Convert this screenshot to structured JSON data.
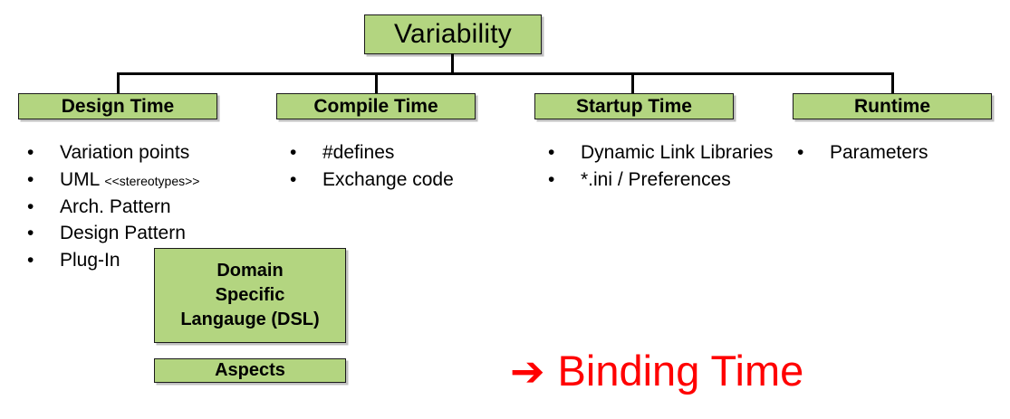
{
  "diagram": {
    "root": {
      "label": "Variability"
    },
    "colors": {
      "box_fill": "#b3d580",
      "box_border": "#1a1a1a",
      "line": "#000000",
      "accent_red": "#ff0000",
      "text": "#000000"
    },
    "branches": [
      {
        "title": "Design Time",
        "items": [
          {
            "text": "Variation points"
          },
          {
            "text": "UML",
            "tag": "<<stereotypes>>"
          },
          {
            "text": "Arch. Pattern"
          },
          {
            "text": "Design Pattern"
          },
          {
            "text": "Plug-In"
          }
        ]
      },
      {
        "title": "Compile Time",
        "items": [
          {
            "text": "#defines"
          },
          {
            "text": "Exchange code"
          }
        ]
      },
      {
        "title": "Startup Time",
        "items": [
          {
            "text": "Dynamic Link Libraries"
          },
          {
            "text": "*.ini / Preferences"
          }
        ]
      },
      {
        "title": "Runtime",
        "items": [
          {
            "text": "Parameters"
          }
        ]
      }
    ],
    "extra_boxes": [
      {
        "lines": [
          "Domain",
          "Specific",
          "Langauge (DSL)"
        ]
      },
      {
        "lines": [
          "Aspects"
        ]
      }
    ],
    "callout": {
      "arrow_glyph": "➔",
      "label": "Binding Time"
    }
  }
}
